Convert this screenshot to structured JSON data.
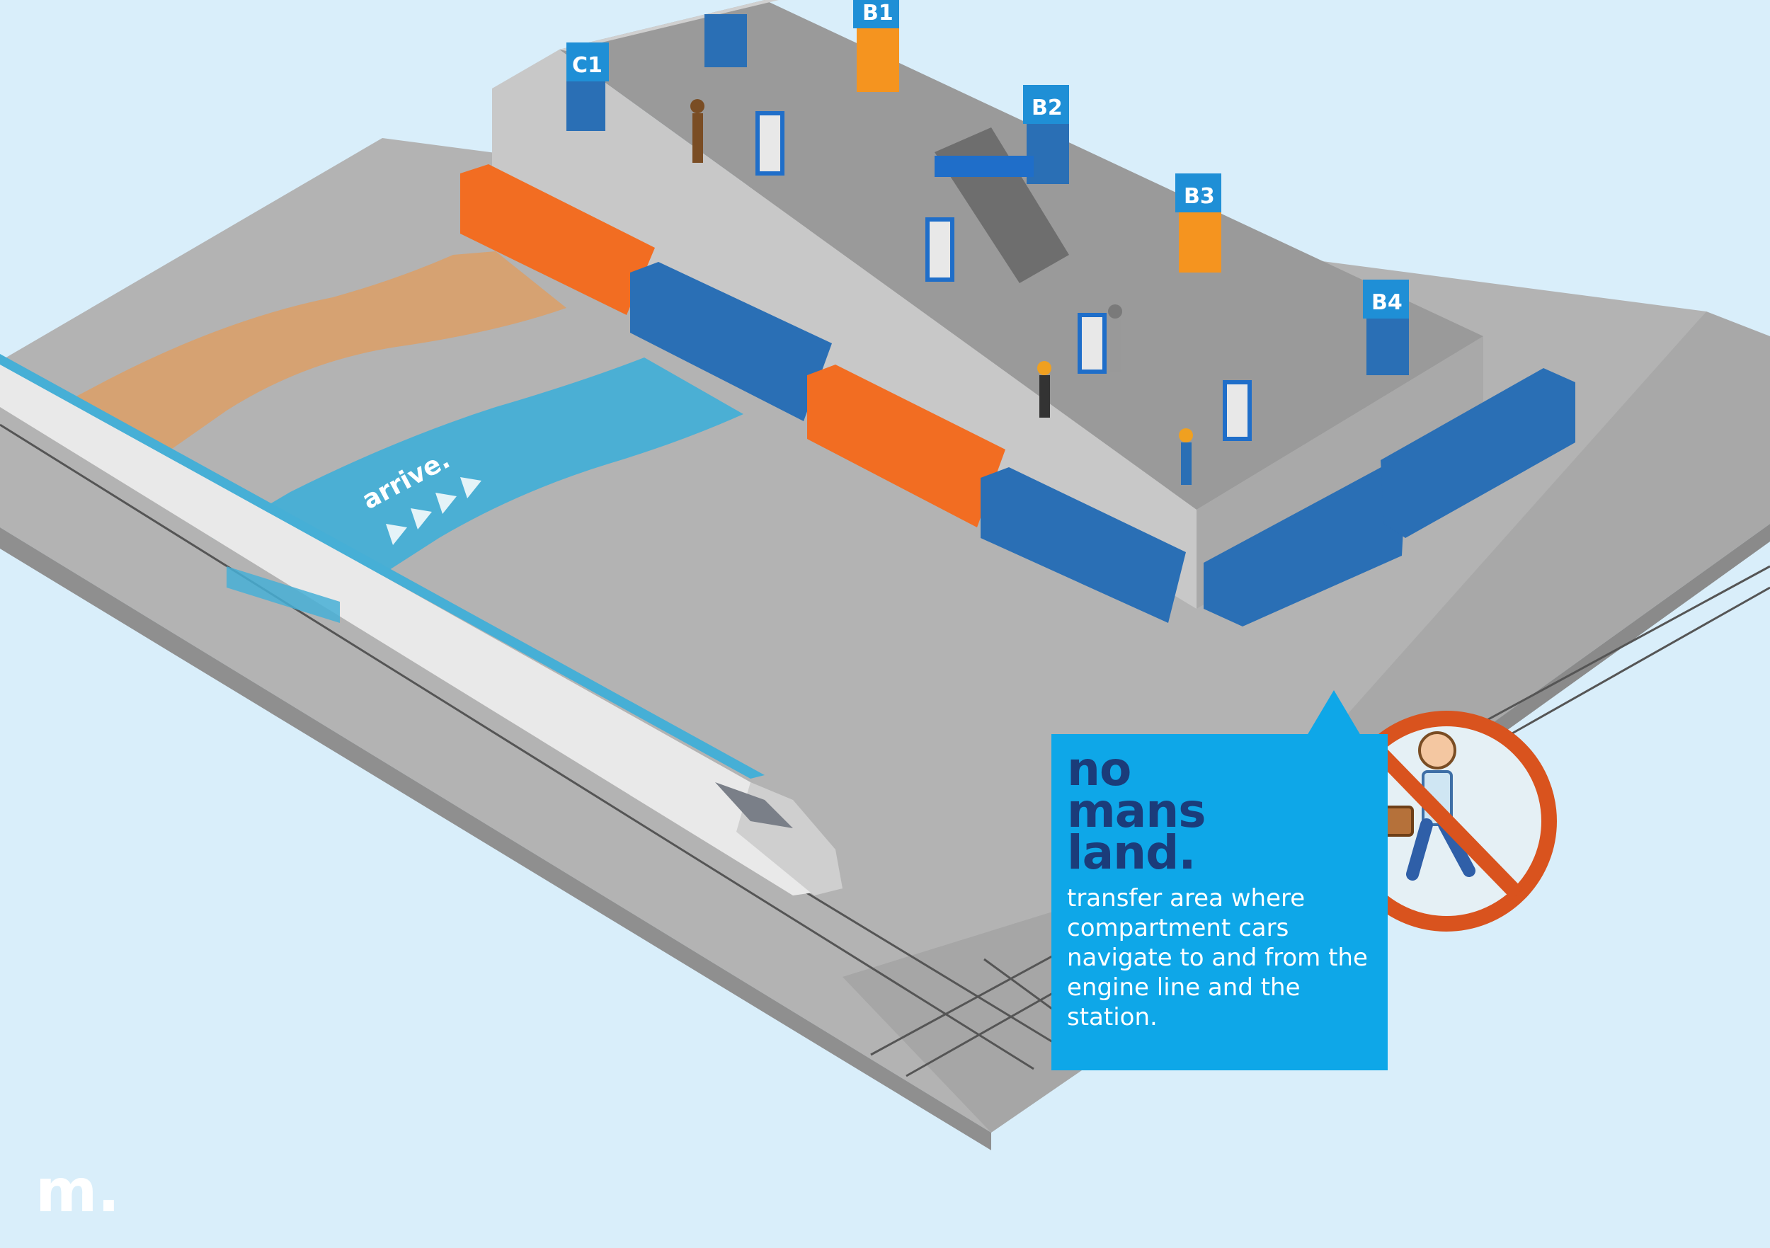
{
  "colors": {
    "background": "#d9eefa",
    "ground": "#b3b3b3",
    "platform_blue": "#0ea7e8",
    "title_navy": "#1b3c7a",
    "car_orange": "#f26d22",
    "car_blue": "#2a6fb5",
    "zone_orange": "#d9a06a",
    "zone_blue": "#46afd6",
    "prohibit_red": "#d9531e"
  },
  "station": {
    "gates": [
      "C1",
      "B1",
      "B2",
      "B3",
      "B4"
    ]
  },
  "zone_label": "arrive.",
  "callout": {
    "title_lines": [
      "no",
      "mans",
      "land."
    ],
    "body": "transfer area where compartment cars navigate to and from the engine line and the station."
  },
  "brand_mark": "m.",
  "icons": [
    "prohibited-walking-person-icon",
    "arrive-arrow-icon"
  ]
}
